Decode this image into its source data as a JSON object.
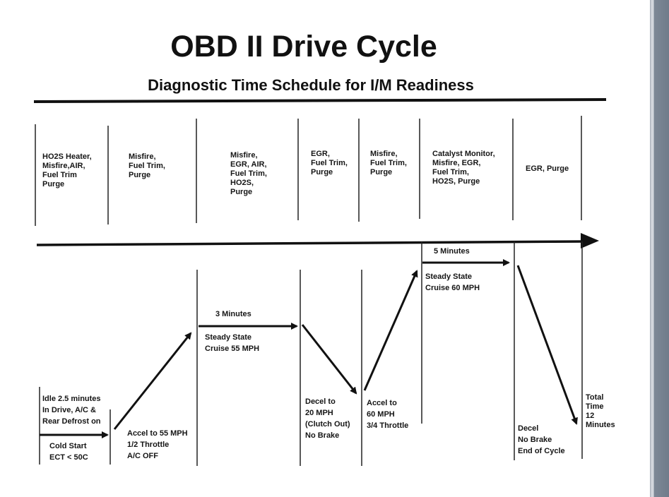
{
  "title": "OBD II Drive Cycle",
  "subtitle": "Diagnostic Time Schedule for I/M Readiness",
  "monitors": [
    "HO2S Heater,\nMisfire,AIR,\nFuel Trim\nPurge",
    "Misfire,\nFuel Trim,\nPurge",
    "Misfire,\nEGR, AIR,\nFuel Trim,\nHO2S,\nPurge",
    "EGR,\nFuel Trim,\nPurge",
    "Misfire,\nFuel Trim,\nPurge",
    "Catalyst Monitor,\nMisfire, EGR,\nFuel Trim,\nHO2S, Purge",
    "EGR, Purge"
  ],
  "steps": {
    "idle": "Idle 2.5 minutes\nIn Drive, A/C &\nRear Defrost on",
    "cold_start": "Cold Start\nECT < 50C",
    "accel_55": "Accel to 55 MPH\n1/2 Throttle\nA/C OFF",
    "duration_3": "3 Minutes",
    "cruise_55": "Steady State\nCruise 55 MPH",
    "decel_20": "Decel to\n20 MPH\n(Clutch Out)\nNo Brake",
    "accel_60": "Accel to\n60 MPH\n3/4 Throttle",
    "duration_5": "5 Minutes",
    "cruise_60": "Steady State\nCruise 60 MPH",
    "decel_end": "Decel\nNo Brake\nEnd of Cycle",
    "total": "Total\nTime\n12\nMinutes"
  }
}
